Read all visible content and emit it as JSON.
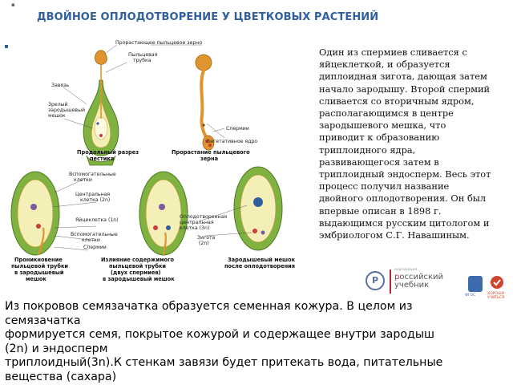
{
  "title": "ДВОЙНОЕ ОПЛОДОТВОРЕНИЕ У ЦВЕТКОВЫХ РАСТЕНИЙ",
  "diagram": {
    "top_labels": {
      "germinating_pollen": "Прорастающее пыльцевое зерно",
      "pollen_tube_1": "Пыльцевая",
      "pollen_tube_2": "трубка",
      "ovary": "Завязь",
      "mature_sac_1": "Зрелый",
      "mature_sac_2": "зародышевый",
      "mature_sac_3": "мешок",
      "sperm": "Спермии",
      "veg_nucleus": "Вегетативное ядро"
    },
    "top_captions": {
      "pistil_1": "Продольный разрез",
      "pistil_2": "пестика",
      "pollen_1": "Прорастание пыльцевого",
      "pollen_2": "зерна"
    },
    "bottom_labels": {
      "helper_cells_1a": "Вспомогательные",
      "helper_cells_1b": "клетки",
      "central_cell_a": "Центральная",
      "central_cell_b": "клетка (2n)",
      "egg_cell": "Яйцеклетка (1n)",
      "helper_cells_2a": "Вспомогательные",
      "helper_cells_2b": "клетки",
      "sperm": "Спермии",
      "fert_central_a": "Оплодотворенная",
      "fert_central_b": "центральная",
      "fert_central_c": "клетка (3n)",
      "zygote_a": "Зигота",
      "zygote_b": "(2n)"
    },
    "bottom_captions": {
      "c1_1": "Проникновение",
      "c1_2": "пыльцевой трубки",
      "c1_3": "в зародышевый",
      "c1_4": "мешок",
      "c2_1": "Излияние содержимого",
      "c2_2": "пыльцевой трубки",
      "c2_3": "(двух спермиев)",
      "c2_4": "в зародышевый мешок",
      "c3_1": "Зародышевый мешок",
      "c3_2": "после оплодотворения"
    }
  },
  "side_text": [
    "Один из спермиев сливается с",
    "яйцеклеткой, и образуется",
    "диплоидная зигота, дающая затем",
    "начало зародышу. Второй спермий",
    "сливается со вторичным ядром,",
    "располагающимся в центре",
    "зародышевого мешка, что",
    "приводит к образованию",
    "триплоидного ядра,",
    "развивающегося затем в",
    "триплоидный эндосперм. Весь этот",
    "процесс получил название",
    "двойного оплодотворения. Он был",
    "впервые описан в 1898 г.",
    "выдающимся русским цитологом и",
    "эмбриологом С.Г. Навашиным."
  ],
  "logos": {
    "mark": "Р",
    "kicker": "корпорация",
    "name_line1_accent": "р",
    "name_line1": "оссийский",
    "name_line2": "учебник",
    "emblem1_text": "ФГОС",
    "emblem2_text": "ХОРОШО УЧИТЬСЯ"
  },
  "bottom_text": [
    "Из покровов семязачатка образуется семенная кожура. В целом из",
    "семязачатка",
    "формируется семя, покрытое кожурой и содержащее внутри зародыш",
    "(2n) и эндосперм",
    "триплоидный(3n).К стенкам завязи будет притекать вода, питательные",
    "вещества (сахара)"
  ],
  "colors": {
    "title": "#2f5f9e",
    "ovary_green": "#7fb241",
    "pollen_orange": "#e0942d",
    "sac_yellow": "#f3efb7",
    "sperm_red": "#c83c3c",
    "central_blue": "#2f5f9e",
    "brand_red": "#b3293b"
  }
}
